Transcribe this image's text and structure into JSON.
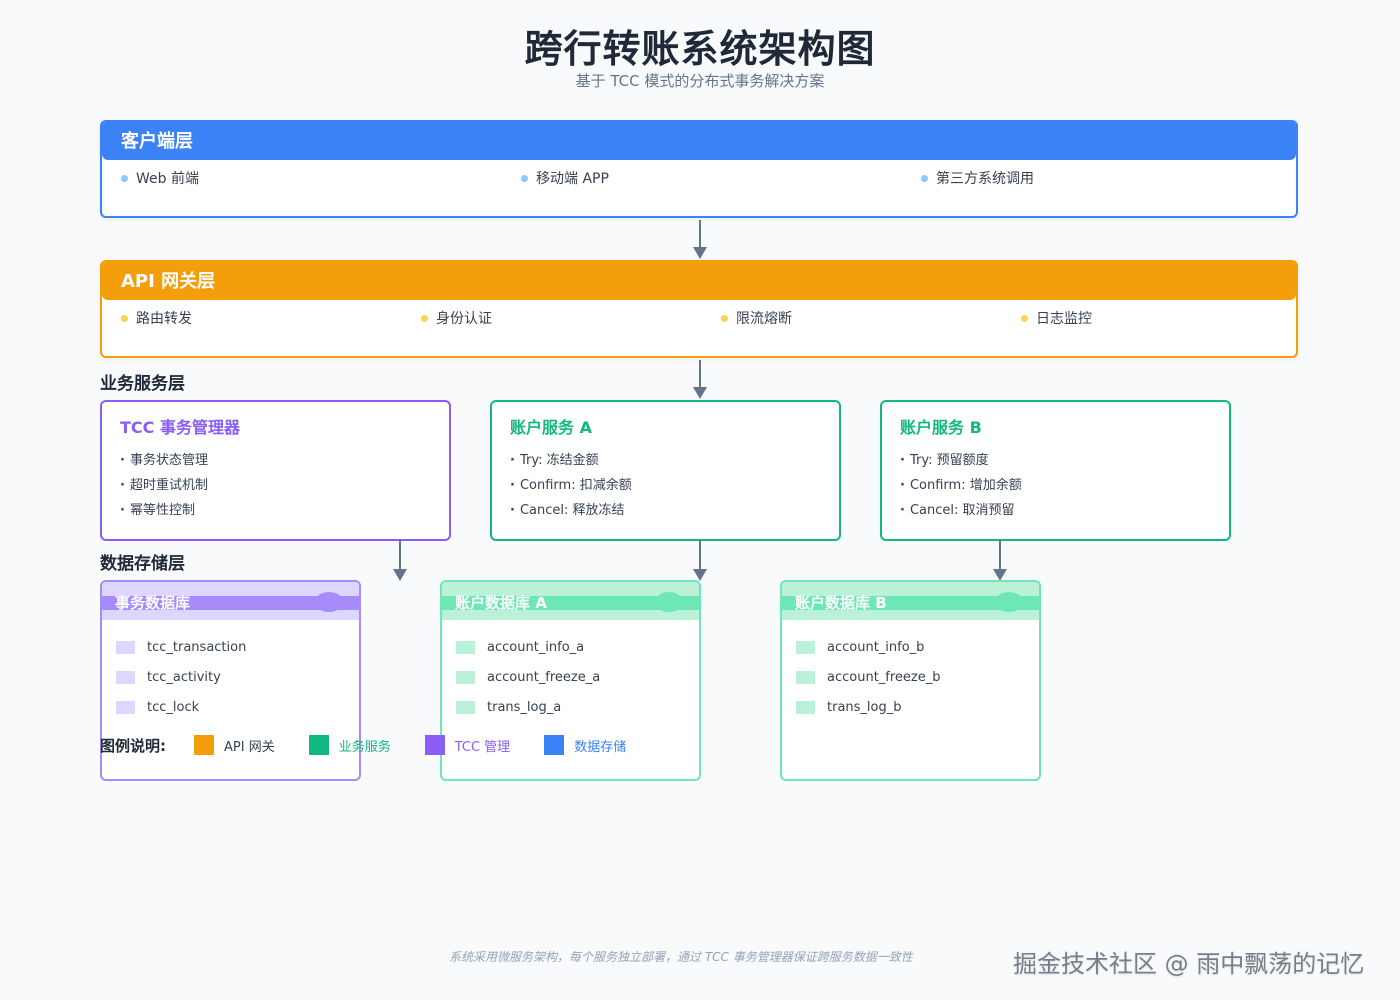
{
  "title": "跨行转账系统架构图",
  "subtitle": "基于 TCC 模式的分布式事务解决方案",
  "client_layer": {
    "title": "客户端层",
    "items": [
      "Web 前端",
      "移动端 APP",
      "第三方系统调用"
    ],
    "color": "#3b82f6",
    "dot_color": "#93c5fd"
  },
  "gateway_layer": {
    "title": "API 网关层",
    "items": [
      "路由转发",
      "身份认证",
      "限流熔断",
      "日志监控"
    ],
    "color": "#f59e0b",
    "dot_color": "#fcd34d"
  },
  "business_layer": {
    "label": "业务服务层",
    "services": [
      {
        "title": "TCC 事务管理器",
        "items": [
          "事务状态管理",
          "超时重试机制",
          "幂等性控制"
        ],
        "color": "#8b5cf6"
      },
      {
        "title": "账户服务 A",
        "items": [
          "Try: 冻结金额",
          "Confirm: 扣减余额",
          "Cancel: 释放冻结"
        ],
        "color": "#10b981"
      },
      {
        "title": "账户服务 B",
        "items": [
          "Try: 预留额度",
          "Confirm: 增加余额",
          "Cancel: 取消预留"
        ],
        "color": "#10b981"
      }
    ]
  },
  "storage_layer": {
    "label": "数据存储层",
    "databases": [
      {
        "title": "事务数据库",
        "tables": [
          "tcc_transaction",
          "tcc_activity",
          "tcc_lock"
        ],
        "color": "#a78bfa",
        "swatch": "#ddd6fe"
      },
      {
        "title": "账户数据库 A",
        "tables": [
          "account_info_a",
          "account_freeze_a",
          "trans_log_a"
        ],
        "color": "#6ee7b7",
        "swatch": "#bbf0d9"
      },
      {
        "title": "账户数据库 B",
        "tables": [
          "account_info_b",
          "account_freeze_b",
          "trans_log_b"
        ],
        "color": "#6ee7b7",
        "swatch": "#bbf0d9"
      }
    ]
  },
  "legend": {
    "title": "图例说明:",
    "items": [
      {
        "label": "API 网关",
        "color": "#f59e0b",
        "text_color": "#374151"
      },
      {
        "label": "业务服务",
        "color": "#10b981",
        "text_color": "#10b981"
      },
      {
        "label": "TCC 管理",
        "color": "#8b5cf6",
        "text_color": "#8b5cf6"
      },
      {
        "label": "数据存储",
        "color": "#3b82f6",
        "text_color": "#3b82f6"
      }
    ]
  },
  "footer_note": "系统采用微服务架构，每个服务独立部署，通过 TCC 事务管理器保证跨服务数据一致性",
  "watermark": "掘金技术社区 @ 雨中飘荡的记忆"
}
